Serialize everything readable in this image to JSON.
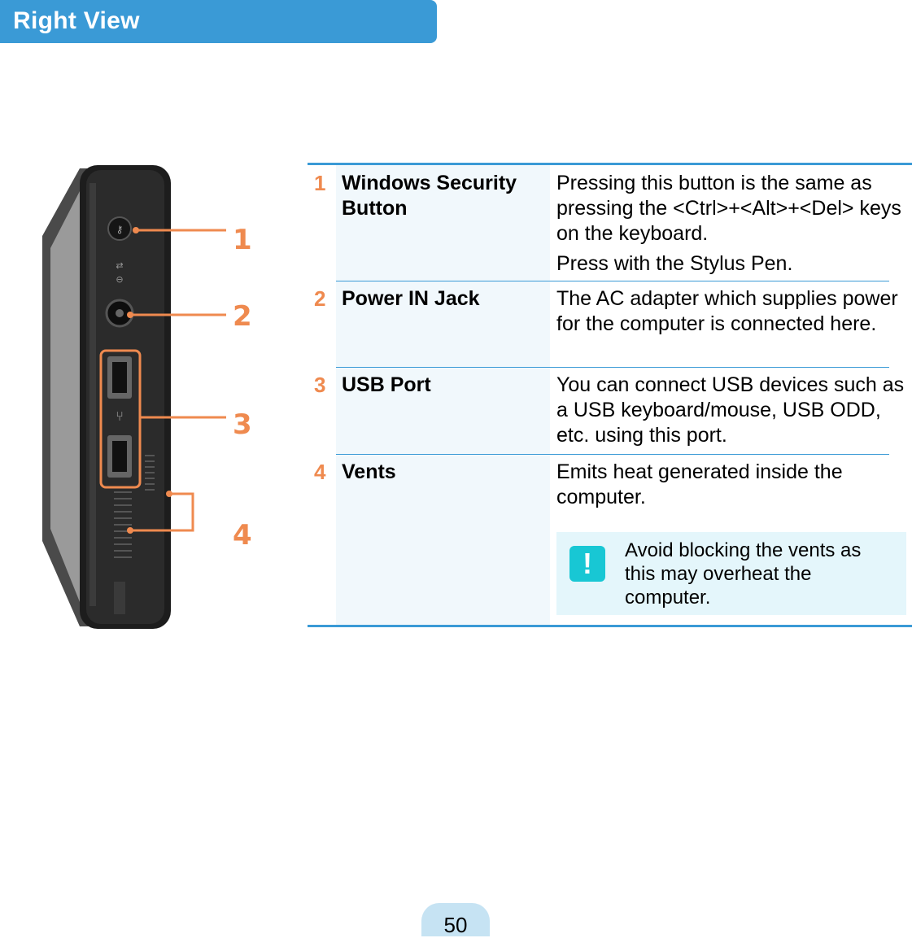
{
  "header": {
    "title": "Right View"
  },
  "callouts": [
    "1",
    "2",
    "3",
    "4"
  ],
  "accent_colors": {
    "header_blue": "#3a9ad6",
    "callout_orange": "#ef8a4f",
    "note_cyan": "#18c7d4"
  },
  "table": {
    "rows": [
      {
        "num": "1",
        "term": "Windows Security Button",
        "desc": [
          "Pressing this button is the same as pressing the <Ctrl>+<Alt>+<Del> keys on the keyboard.",
          "Press with the Stylus Pen."
        ]
      },
      {
        "num": "2",
        "term": "Power IN Jack",
        "desc": [
          "The AC adapter which supplies power for the computer is connected here."
        ]
      },
      {
        "num": "3",
        "term": "USB Port",
        "desc": [
          "You can connect USB devices such as a USB keyboard/mouse, USB ODD, etc. using this port."
        ]
      },
      {
        "num": "4",
        "term": "Vents",
        "desc": [
          "Emits heat generated inside the computer."
        ]
      }
    ],
    "note": {
      "icon": "exclamation-icon",
      "symbol": "!",
      "text": "Avoid blocking the vents as this may overheat the computer."
    }
  },
  "footer": {
    "page_number": "50"
  }
}
